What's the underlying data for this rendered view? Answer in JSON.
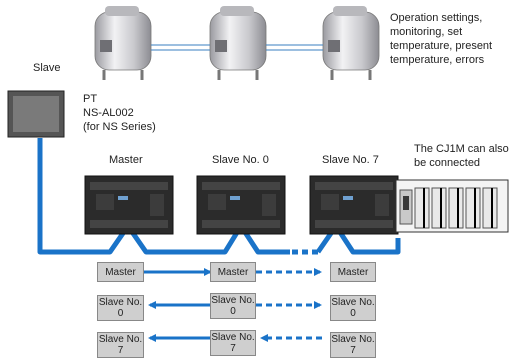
{
  "texts": {
    "slave_label": "Slave",
    "pt_label": "PT",
    "pt_model": "NS-AL002",
    "pt_series": "(for NS Series)",
    "ops_line1": "Operation settings,",
    "ops_line2": "monitoring, set",
    "ops_line3": "temperature, present",
    "ops_line4": "temperature, errors",
    "master_heading": "Master",
    "slave0_heading": "Slave No. 0",
    "slave7_heading": "Slave No. 7",
    "cj1m_line1": "The CJ1M can also",
    "cj1m_line2": "be connected"
  },
  "data_rows": [
    {
      "left": "Master",
      "mid": "Master",
      "right": "Master"
    },
    {
      "left": "Slave No. 0",
      "mid": "Slave No. 0",
      "right": "Slave No. 0"
    },
    {
      "left": "Slave No. 7",
      "mid": "Slave No. 7",
      "right": "Slave No. 7"
    }
  ],
  "colors": {
    "network_blue": "#1a73c8",
    "box_fill": "#cfcfcf",
    "controller_dark": "#2b2b2b",
    "tank_steel": "#c8c8cc"
  }
}
